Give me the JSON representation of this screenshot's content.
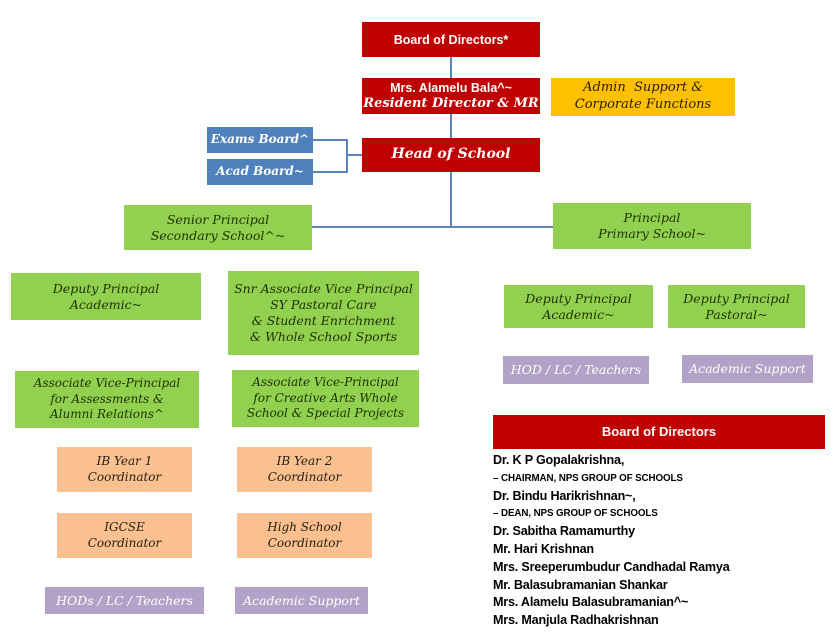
{
  "palette": {
    "red": "#C00000",
    "gold": "#FFC000",
    "blue": "#4F81BD",
    "green": "#92D050",
    "purple": "#B2A2C7",
    "peach": "#FAC090",
    "connector_line": "#5B84B8"
  },
  "org": {
    "board_title": "Board of Directors*",
    "resident_line1": "Mrs. Alamelu Bala^~",
    "resident_line2": "Resident Director & MR",
    "admin_support": "Admin  Support &\nCorporate Functions",
    "exams_board": "Exams Board^",
    "acad_board": "Acad Board~",
    "head_of_school": "Head of School",
    "senior_principal": "Senior Principal\nSecondary School^~",
    "principal_primary": "Principal\nPrimary School~",
    "deputy_academic_secondary": "Deputy Principal\nAcademic~",
    "snr_associate_vp": "Snr Associate Vice Principal\nSY Pastoral Care\n& Student Enrichment\n& Whole School Sports",
    "deputy_academic_primary": "Deputy Principal\nAcademic~",
    "deputy_pastoral_primary": "Deputy Principal\nPastoral~",
    "hod_lc_teachers_primary": "HOD / LC / Teachers",
    "academic_support_primary": "Academic Support",
    "avp_assessments": "Associate Vice-Principal\nfor Assessments &\nAlumni Relations^",
    "avp_creative_arts": "Associate Vice-Principal\nfor Creative Arts Whole\nSchool & Special Projects",
    "ib_year1": "IB Year 1\nCoordinator",
    "ib_year2": "IB Year 2\nCoordinator",
    "igcse": "IGCSE\nCoordinator",
    "high_school": "High School\nCoordinator",
    "hods_lc_teachers_secondary": "HODs / LC / Teachers",
    "academic_support_secondary": "Academic Support"
  },
  "board_list": {
    "header": "Board of Directors",
    "directors": [
      {
        "name": "Dr. K P Gopalakrishna,",
        "role": "– CHAIRMAN, NPS GROUP OF SCHOOLS"
      },
      {
        "name": "Dr. Bindu Harikrishnan~,",
        "role": "– DEAN, NPS GROUP OF SCHOOLS"
      },
      {
        "name": "Dr. Sabitha Ramamurthy"
      },
      {
        "name": "Mr. Hari Krishnan"
      },
      {
        "name": "Mrs. Sreeperumbudur Candhadal Ramya"
      },
      {
        "name": "Mr. Balasubramanian Shankar"
      },
      {
        "name": "Mrs. Alamelu Balasubramanian^~"
      },
      {
        "name": "Mrs. Manjula Radhakrishnan"
      }
    ]
  }
}
